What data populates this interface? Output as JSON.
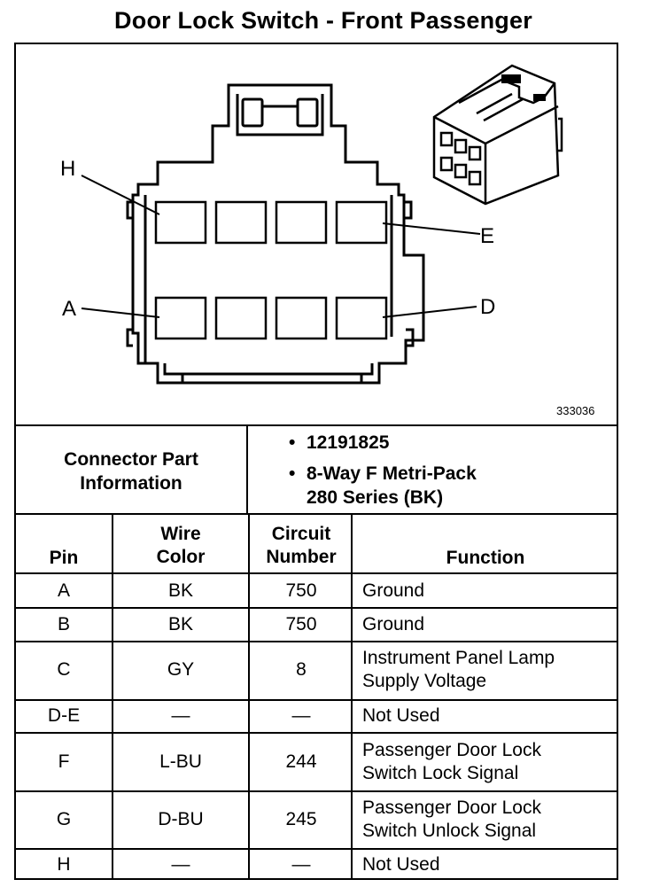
{
  "title": "Door Lock Switch - Front Passenger",
  "diagram": {
    "pin_labels": {
      "H": "H",
      "E": "E",
      "A": "A",
      "D": "D"
    },
    "figure_code": "333036"
  },
  "connector": {
    "label_line1": "Connector Part",
    "label_line2": "Information",
    "bullet": "•",
    "part_number": "12191825",
    "description_line1": "8-Way F Metri-Pack",
    "description_line2": "280 Series (BK)"
  },
  "table": {
    "headers": {
      "pin": "Pin",
      "wire_color_line1": "Wire",
      "wire_color_line2": "Color",
      "circuit_line1": "Circuit",
      "circuit_line2": "Number",
      "function": "Function"
    },
    "rows": [
      {
        "pin": "A",
        "color": "BK",
        "circuit": "750",
        "function_line1": "Ground",
        "function_line2": ""
      },
      {
        "pin": "B",
        "color": "BK",
        "circuit": "750",
        "function_line1": "Ground",
        "function_line2": ""
      },
      {
        "pin": "C",
        "color": "GY",
        "circuit": "8",
        "function_line1": "Instrument Panel Lamp",
        "function_line2": "Supply Voltage"
      },
      {
        "pin": "D-E",
        "color": "—",
        "circuit": "—",
        "function_line1": "Not Used",
        "function_line2": ""
      },
      {
        "pin": "F",
        "color": "L-BU",
        "circuit": "244",
        "function_line1": "Passenger Door Lock",
        "function_line2": "Switch Lock Signal"
      },
      {
        "pin": "G",
        "color": "D-BU",
        "circuit": "245",
        "function_line1": "Passenger Door Lock",
        "function_line2": "Switch Unlock Signal"
      },
      {
        "pin": "H",
        "color": "—",
        "circuit": "—",
        "function_line1": "Not Used",
        "function_line2": ""
      }
    ]
  }
}
